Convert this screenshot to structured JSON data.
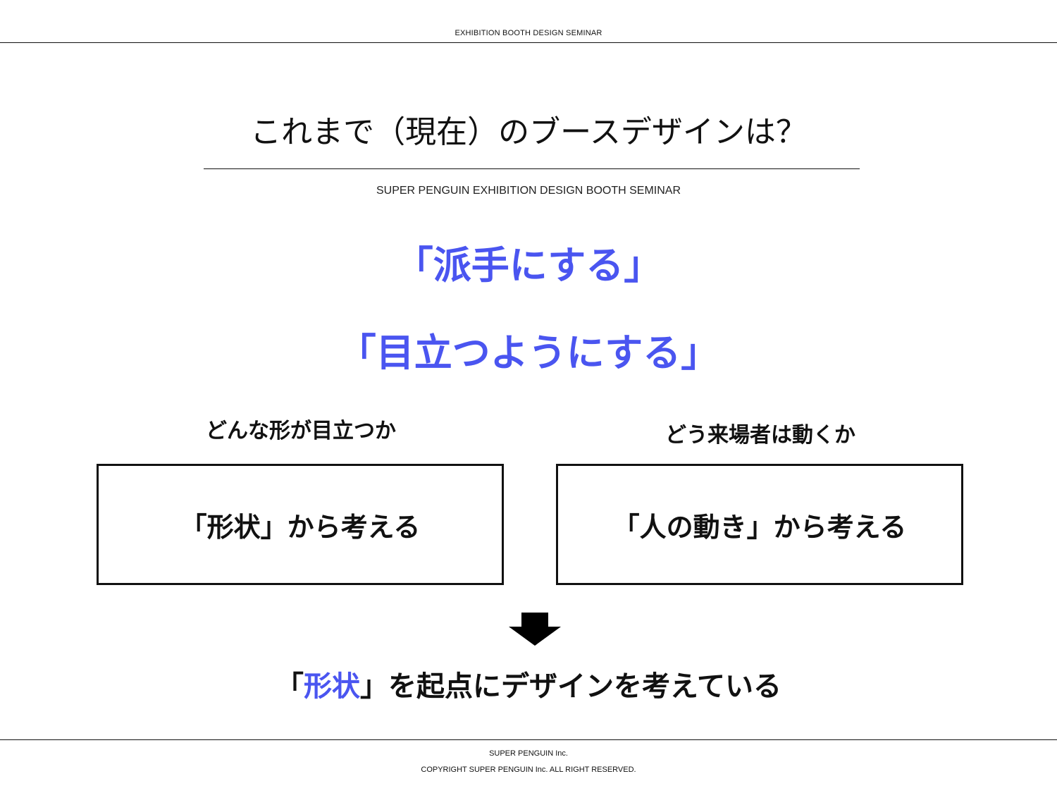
{
  "header": {
    "text": "EXHIBITION BOOTH DESIGN SEMINAR"
  },
  "slide": {
    "title": "これまで（現在）のブースデザインは？",
    "subtitle": "SUPER PENGUIN EXHIBITION DESIGN BOOTH SEMINAR",
    "highlight_1": "「派手にする」",
    "highlight_2": "「目立つようにする」",
    "left_column": {
      "heading": "どんな形が目立つか",
      "box_text": "「形状」から考える"
    },
    "right_column": {
      "heading": "どう来場者は動くか",
      "box_text": "「人の動き」から考える"
    },
    "arrow_icon": "arrow-down-icon",
    "conclusion": {
      "open_bracket": "「",
      "emphasis": "形状",
      "rest": "」を起点にデザインを考えている"
    }
  },
  "footer": {
    "company": "SUPER PENGUIN Inc.",
    "copyright": "COPYRIGHT SUPER PENGUIN Inc. ALL RIGHT RESERVED."
  },
  "colors": {
    "accent": "#4a55f0",
    "text": "#111111",
    "background": "#ffffff"
  }
}
